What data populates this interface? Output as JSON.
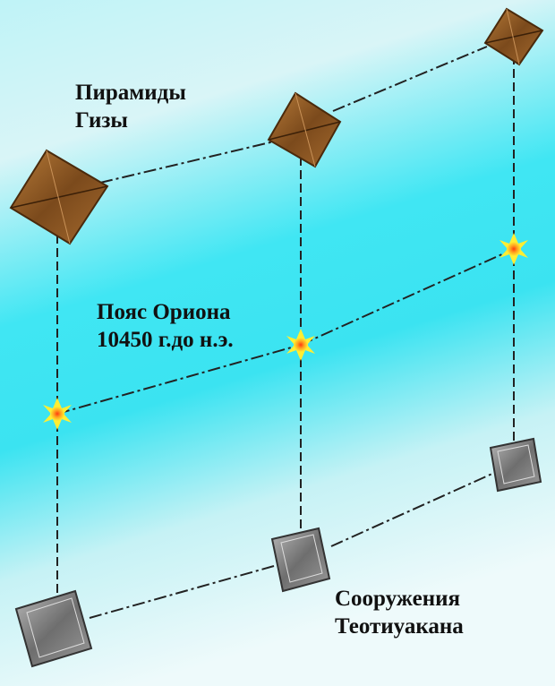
{
  "labels": {
    "giza": "Пирамиды\nГизы",
    "orion": "Пояс Ориона\n10450 г.до н.э.",
    "teotihuacan": "Сооружения\nТеотиуакана"
  },
  "colors": {
    "background_light": "#d8f4f6",
    "background_cyan": "#3ee4f2",
    "line": "#222222",
    "pyramid_brown": "#8a5522",
    "structure_gray": "#7a7a7a",
    "star_yellow": "#ffee33",
    "star_orange": "#f08a1a"
  },
  "icons": {
    "pyramid": "pyramid-top-view-icon",
    "star": "star-icon",
    "structure": "stone-structure-icon"
  }
}
